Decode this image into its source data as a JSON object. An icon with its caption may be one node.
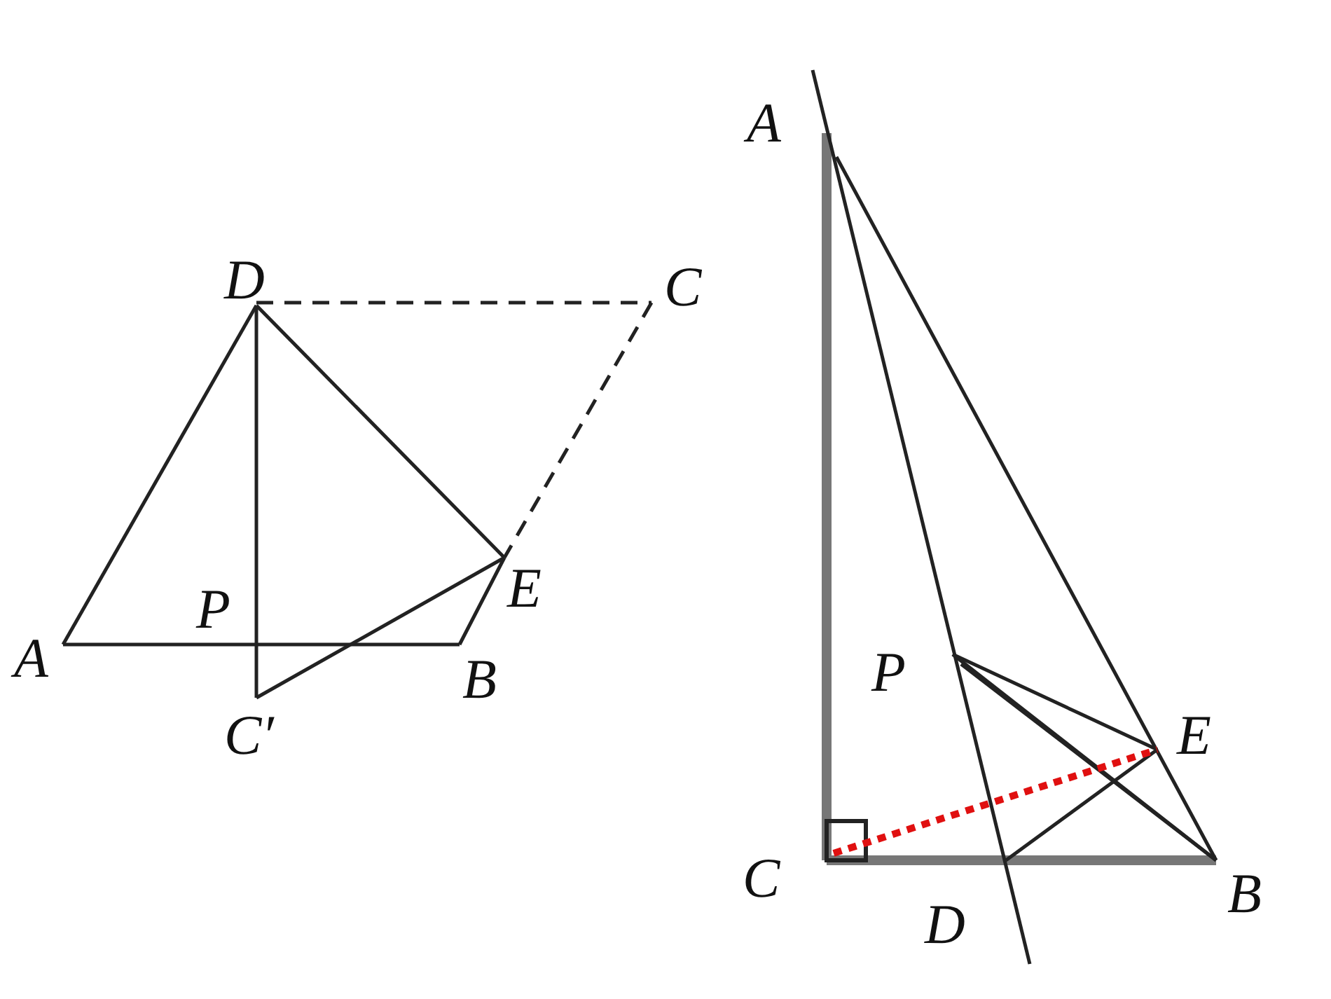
{
  "diagram": {
    "labels": [
      "D",
      "C",
      "P",
      "E",
      "A",
      "B",
      "C′",
      "A",
      "P",
      "E",
      "C",
      "B",
      "D"
    ]
  }
}
